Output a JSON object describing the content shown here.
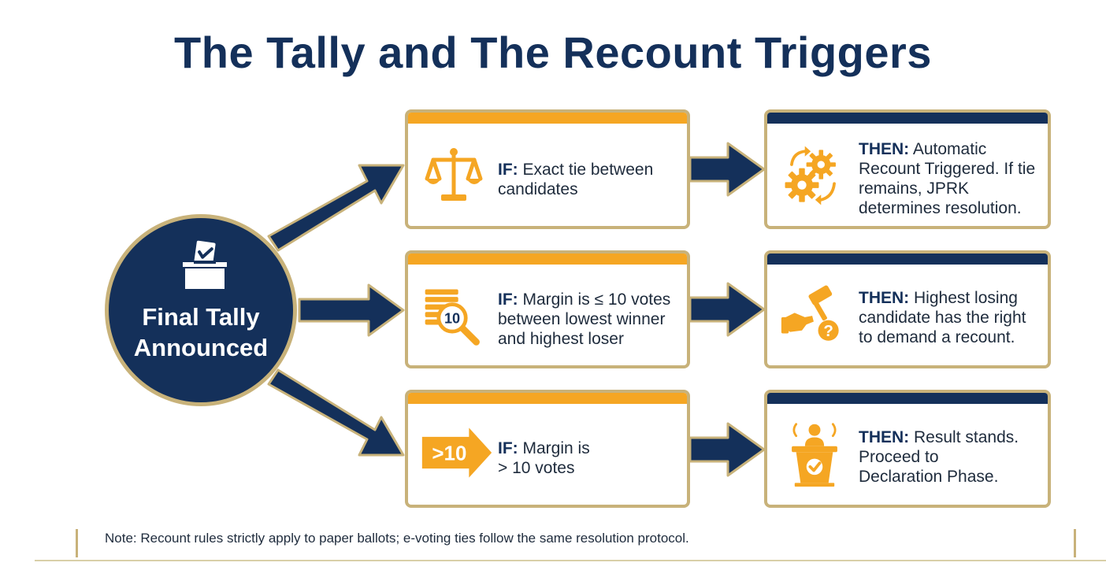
{
  "title": "The Tally and The Recount Triggers",
  "hub": {
    "label_line1": "Final Tally",
    "label_line2": "Announced",
    "icon": "ballot-box-icon"
  },
  "colors": {
    "navy": "#14305a",
    "orange": "#f5a623",
    "gold": "#c8b27a"
  },
  "rows": [
    {
      "if_prefix": "IF:",
      "if_line1": "Exact tie between",
      "if_line2": "candidates",
      "if_line3": "",
      "if_icon": "scales-icon",
      "then_prefix": "THEN:",
      "then_line1": "Automatic",
      "then_line2": "Recount Triggered. If tie",
      "then_line3": "remains, JPRK",
      "then_line4": "determines resolution.",
      "then_icon": "gears-icon"
    },
    {
      "if_prefix": "IF:",
      "if_line1": "Margin is ≤ 10 votes",
      "if_line2": "between lowest winner",
      "if_line3": "and highest loser",
      "if_icon": "ballots-magnifier-icon",
      "if_icon_number": "10",
      "then_prefix": "THEN:",
      "then_line1": "Highest losing",
      "then_line2": "candidate has the right",
      "then_line3": "to demand a recount.",
      "then_line4": "",
      "then_icon": "gavel-question-icon"
    },
    {
      "if_prefix": "IF:",
      "if_line1": "Margin is",
      "if_line2": "> 10 votes",
      "if_line3": "",
      "if_icon": "arrow-badge-icon",
      "if_icon_text": ">10",
      "then_prefix": "THEN:",
      "then_line1": "Result stands.",
      "then_line2": "Proceed to",
      "then_line3": "Declaration Phase.",
      "then_line4": "",
      "then_icon": "podium-icon"
    }
  ],
  "note": "Note: Recount rules strictly apply to paper ballots; e-voting ties follow the same resolution protocol."
}
